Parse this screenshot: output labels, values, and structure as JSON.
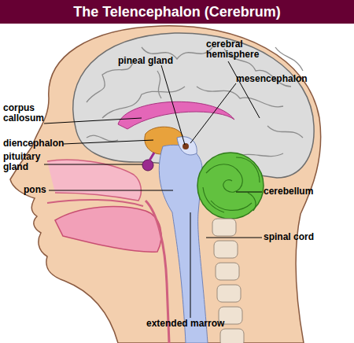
{
  "diagram": {
    "title": "The Telencephalon (Cerebrum)",
    "labels": [
      "pineal gland",
      "cerebral hemisphere",
      "mesencephalon",
      "corpus callosum",
      "diencephalon",
      "pituitary gland",
      "pons",
      "cerebellum",
      "spinal cord",
      "extended marrow"
    ]
  }
}
